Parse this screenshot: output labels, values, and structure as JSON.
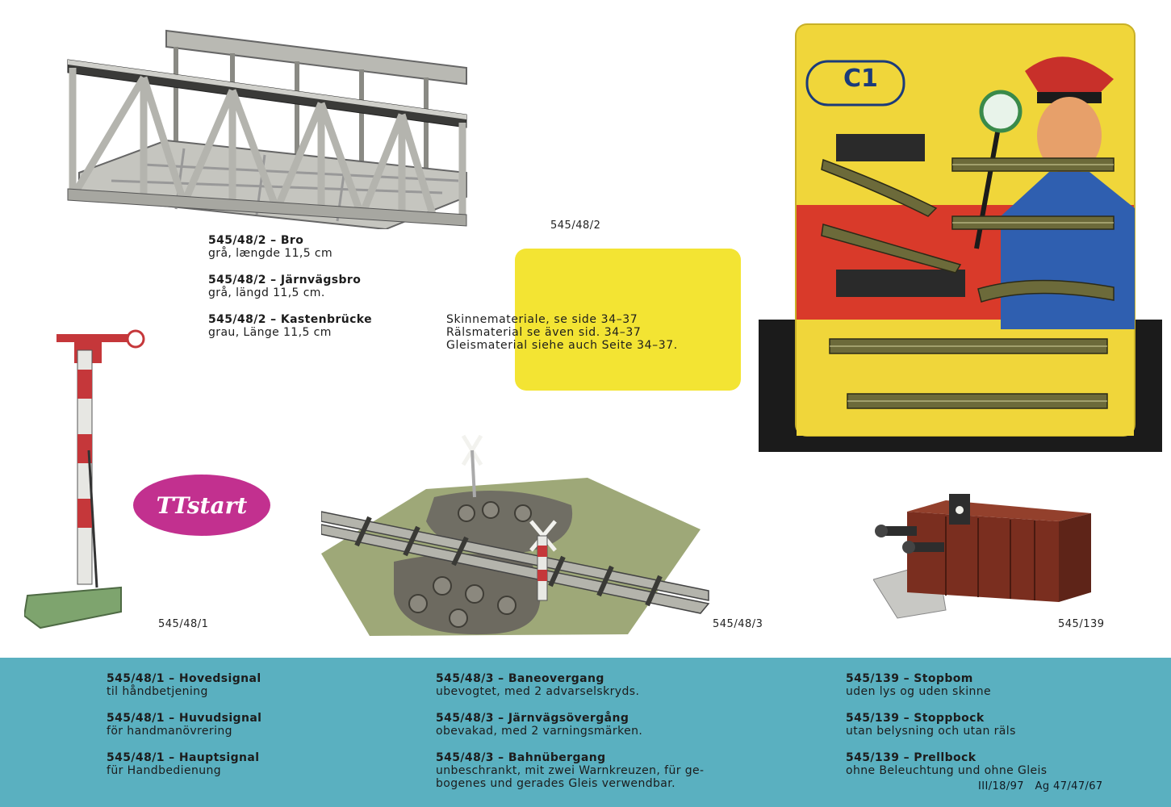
{
  "bridge": {
    "caption": "545/48/2",
    "entries": [
      {
        "title": "545/48/2 – Bro",
        "detail": "grå, længde 11,5 cm"
      },
      {
        "title": "545/48/2 – Järnvägsbro",
        "detail": "grå, längd 11,5 cm."
      },
      {
        "title": "545/48/2 – Kastenbrücke",
        "detail": "grau, Länge 11,5 cm"
      }
    ]
  },
  "note": {
    "lines": [
      "Skinnemateriale, se side 34–37",
      "Rälsmaterial se även sid. 34–37",
      "Gleismaterial siehe auch Seite 34–37."
    ]
  },
  "package": {
    "badge": "C1"
  },
  "logo": {
    "text": "TTstart"
  },
  "captions": {
    "signal": "545/48/1",
    "crossing": "545/48/3",
    "buffer": "545/139"
  },
  "signal": {
    "entries": [
      {
        "title": "545/48/1 – Hovedsignal",
        "detail": "til håndbetjening"
      },
      {
        "title": "545/48/1 – Huvudsignal",
        "detail": "för handmanövrering"
      },
      {
        "title": "545/48/1 – Hauptsignal",
        "detail": "für Handbedienung"
      }
    ]
  },
  "crossing": {
    "entries": [
      {
        "title": "545/48/3 – Baneovergang",
        "detail": "ubevogtet, med 2 advarselskryds."
      },
      {
        "title": "545/48/3 – Järnvägsövergång",
        "detail": "obevakad, med 2 varningsmärken."
      },
      {
        "title": "545/48/3 – Bahnübergang",
        "detail": "unbeschrankt, mit zwei Warnkreuzen, für ge-",
        "detail2": "bogenes und gerades Gleis verwendbar."
      }
    ]
  },
  "buffer": {
    "entries": [
      {
        "title": "545/139 – Stopbom",
        "detail": "uden lys og uden skinne"
      },
      {
        "title": "545/139 – Stoppbock",
        "detail": "utan belysning och utan räls"
      },
      {
        "title": "545/139 – Prellbock",
        "detail": "ohne Beleuchtung und ohne Gleis"
      }
    ]
  },
  "footer": {
    "code": "III/18/97   Ag 47/47/67"
  },
  "colors": {
    "band": "#5ab0c0",
    "note": "#f3e433",
    "package_yellow": "#f0d63a",
    "package_red": "#d93a2a",
    "logo": "#c2308f"
  }
}
